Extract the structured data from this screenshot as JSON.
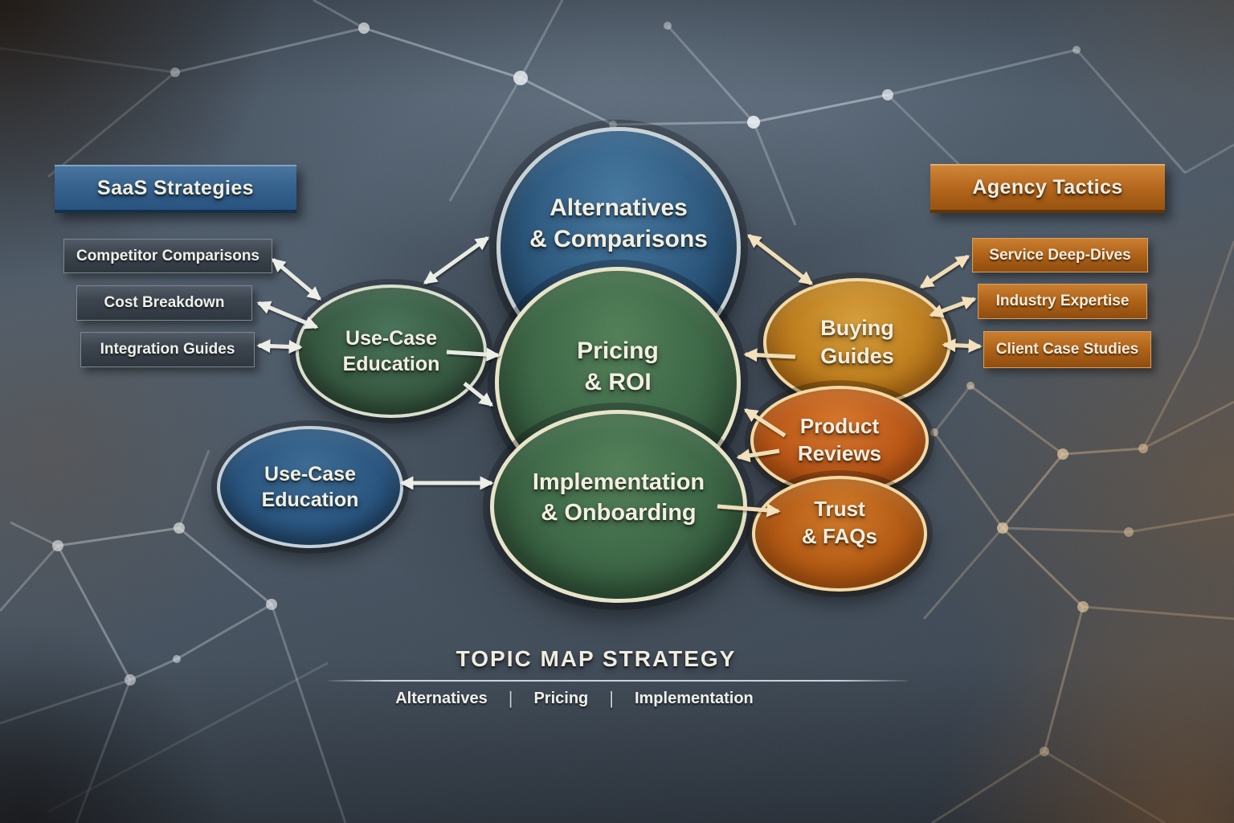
{
  "left_panel": {
    "header": "SaaS Strategies",
    "items": [
      "Competitor Comparisons",
      "Cost Breakdown",
      "Integration Guides"
    ]
  },
  "right_panel": {
    "header": "Agency Tactics",
    "items": [
      "Service Deep-Dives",
      "Industry Expertise",
      "Client Case Studies"
    ]
  },
  "nodes": {
    "alternatives": {
      "line1": "Alternatives",
      "line2": "& Comparisons"
    },
    "pricing": {
      "line1": "Pricing",
      "line2": "& ROI"
    },
    "implementation": {
      "line1": "Implementation",
      "line2": "& Onboarding"
    },
    "use_case_education_left": {
      "line1": "Use-Case",
      "line2": "Education"
    },
    "use_case_education_lower": {
      "line1": "Use-Case",
      "line2": "Education"
    },
    "buying_guides": {
      "line1": "Buying",
      "line2": "Guides"
    },
    "product_reviews": {
      "line1": "Product",
      "line2": "Reviews"
    },
    "trust_faqs": {
      "line1": "Trust",
      "line2": "& FAQs"
    }
  },
  "footer": {
    "title": "TOPIC MAP STRATEGY",
    "items": [
      "Alternatives",
      "Pricing",
      "Implementation"
    ],
    "separator": "|"
  },
  "colors": {
    "blue_node": "#2f597e",
    "green_node": "#3c6545",
    "gold_node": "#bd7b1e",
    "rust_node": "#b85517",
    "blue_header": "#335e88",
    "orange_header": "#b2631c",
    "dark_item": "#3a424b",
    "orange_item": "#a85c16",
    "arrow_white": "#e8eae2",
    "arrow_cream": "#f0dcb2",
    "text_cream": "#f3efdf"
  }
}
